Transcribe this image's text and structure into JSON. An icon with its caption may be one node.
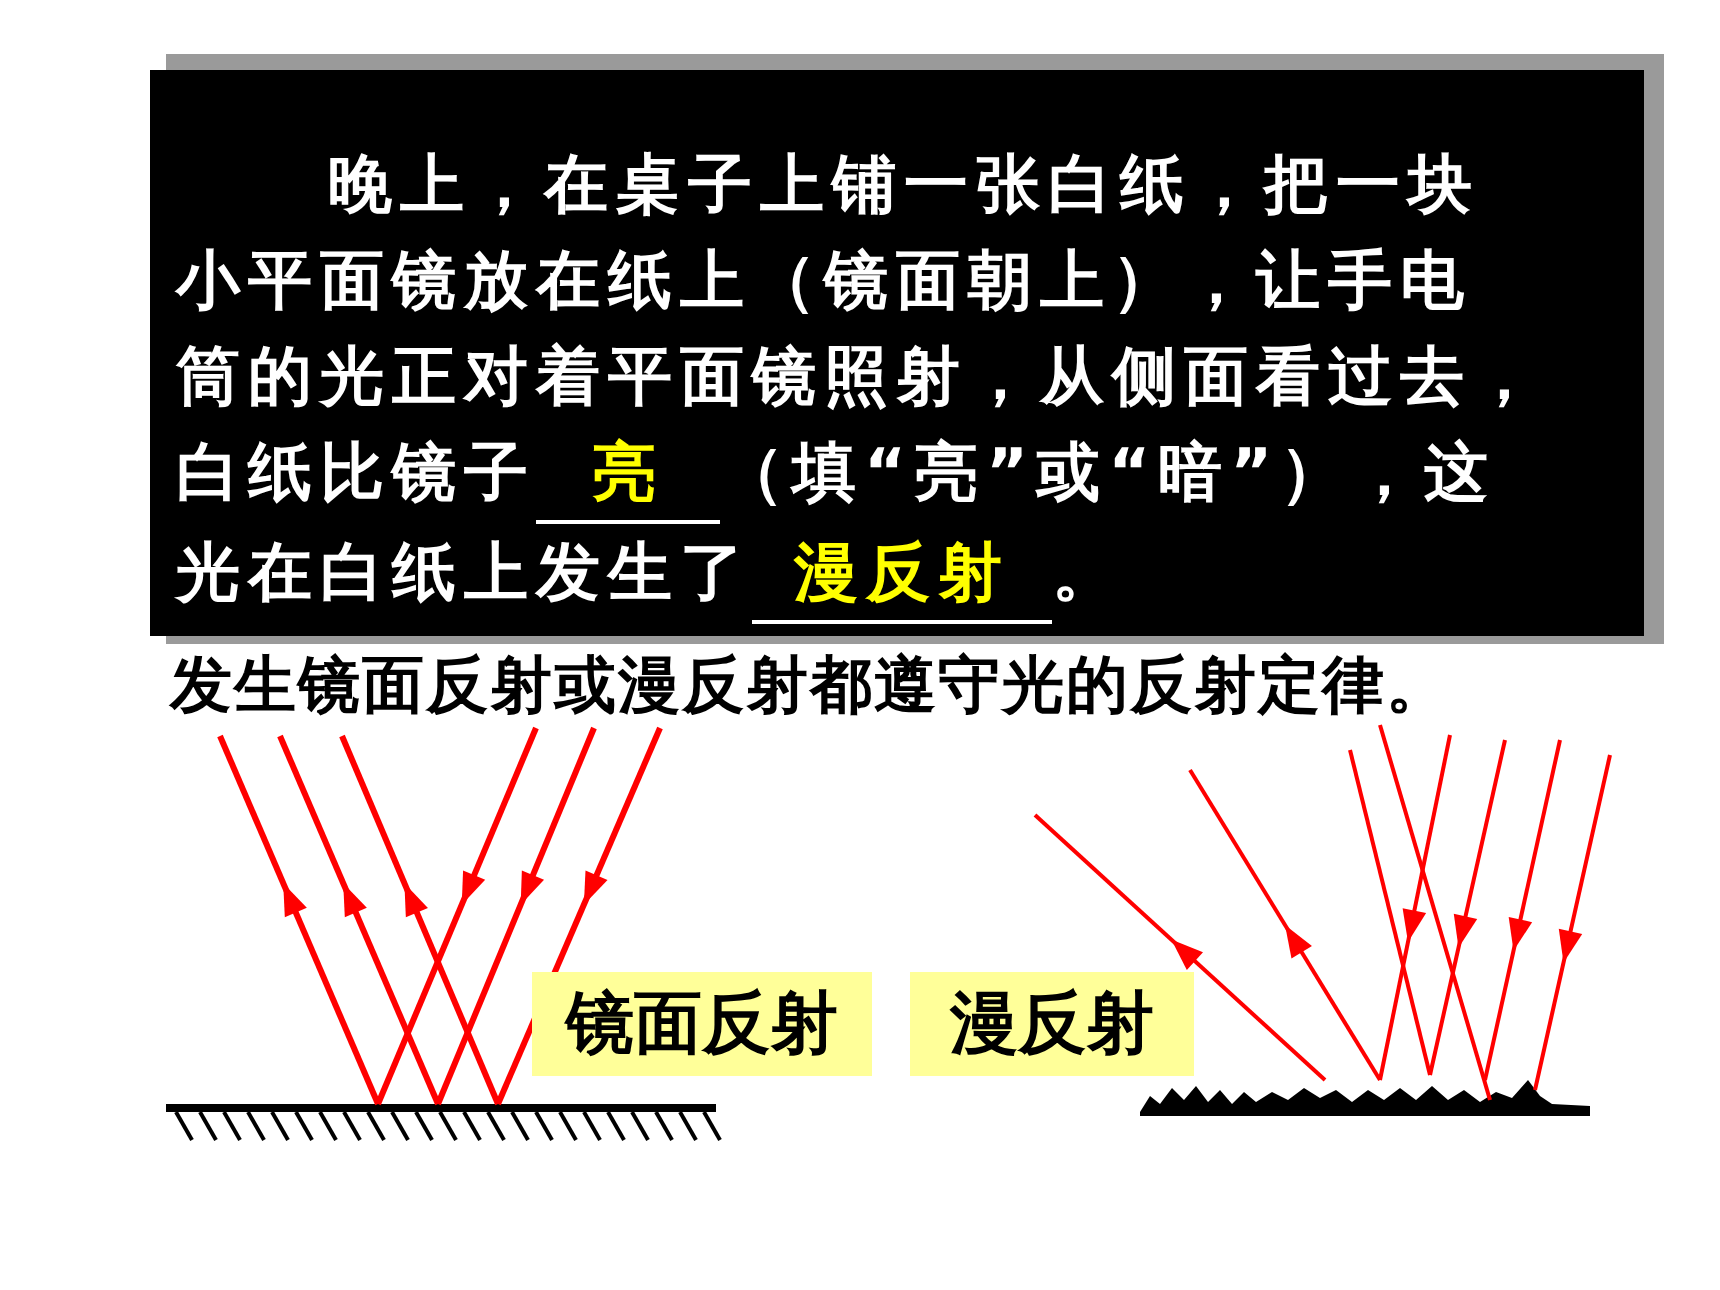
{
  "diagram": {
    "nodes": [
      {
        "text": [
          "镜面反射"
        ]
      },
      {
        "text": [
          "漫反射"
        ]
      }
    ],
    "labels": [
      "晚上，在桌子上铺一张白纸，把一块小平面镜放在纸上（镜面朝上），让手电筒的光正对着平面镜照射，从侧面看过去，白纸比镜子",
      "亮",
      "（填“亮”或“暗”），这",
      "光在白纸上发生了",
      "漫反射",
      "。",
      "发生镜面反射或漫反射都遵守光的反射定律。"
    ]
  }
}
